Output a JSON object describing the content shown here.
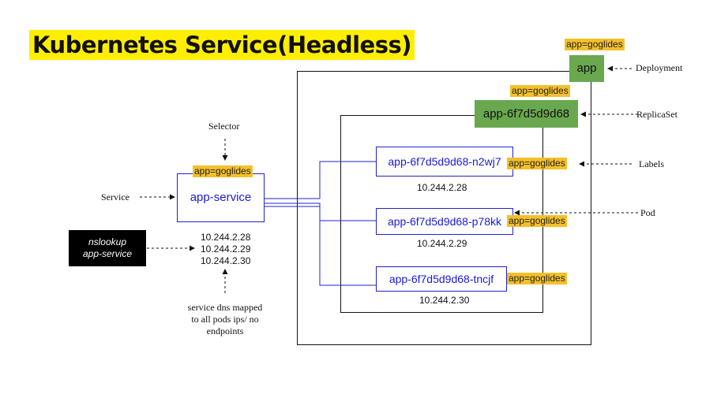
{
  "title": "Kubernetes Service(Headless)",
  "label_tag": "app=goglides",
  "deployment": {
    "box_label": "app",
    "side_label": "Deployment"
  },
  "replicaset": {
    "box_label": "app-6f7d5d9d68",
    "side_label": "ReplicaSet"
  },
  "labels_side_label": "Labels",
  "pod_side_label": "Pod",
  "pods": [
    {
      "name": "app-6f7d5d9d68-n2wj7",
      "ip": "10.244.2.28"
    },
    {
      "name": "app-6f7d5d9d68-p78kk",
      "ip": "10.244.2.29"
    },
    {
      "name": "app-6f7d5d9d68-tncjf",
      "ip": "10.244.2.30"
    }
  ],
  "service": {
    "box_label": "app-service",
    "side_label": "Service",
    "selector_label": "Selector",
    "ips": [
      "10.244.2.28",
      "10.244.2.29",
      "10.244.2.30"
    ],
    "note": [
      "service dns mapped",
      "to all pods ips/ no",
      "endpoints"
    ]
  },
  "nslookup": [
    "nslookup",
    "app-service"
  ],
  "colors": {
    "title_highlight": "#ffee00",
    "tag": "#f4c02a",
    "green": "#69a84f",
    "pod_blue": "#1a1adc"
  }
}
